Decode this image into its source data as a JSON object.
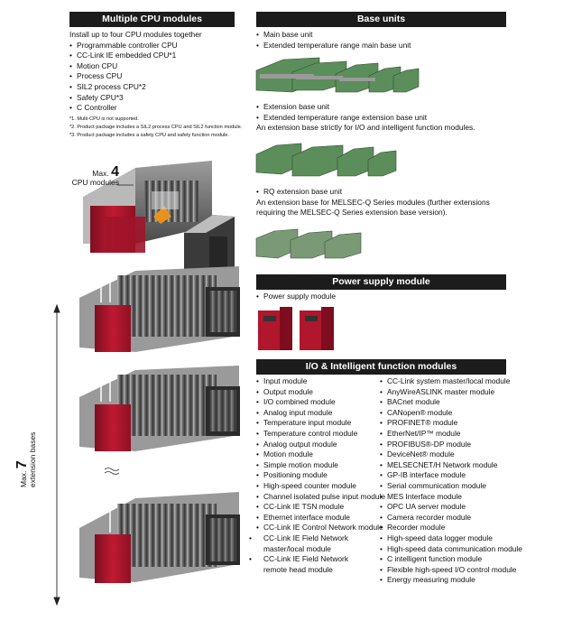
{
  "cpu": {
    "title": "Multiple CPU modules",
    "intro": "Install up to four CPU modules together",
    "items": [
      "Programmable controller CPU",
      "CC-Link IE embedded CPU*1",
      "Motion CPU",
      "Process CPU",
      "SIL2 process CPU*2",
      "Safety CPU*3",
      "C Controller"
    ],
    "notes": [
      "*1.  Multi-CPU is not supported.",
      "*2.  Product package includes a SIL2 process CPU and SIL2 function module.",
      "*3.  Product package includes a safety CPU and safety function module."
    ],
    "max_cpu_prefix": "Max.",
    "max_cpu_num": "4",
    "max_cpu_suffix": "CPU modules",
    "max_ext_prefix": "Max.",
    "max_ext_num": "7",
    "max_ext_suffix": "extension bases"
  },
  "base": {
    "title": "Base units",
    "group1": [
      "Main base unit",
      "Extended temperature range main base unit"
    ],
    "group2": [
      "Extension base unit",
      "Extended temperature range extension base unit"
    ],
    "group2_desc": "An extension base strictly for I/O and intelligent function modules.",
    "group3": [
      "RQ extension base unit"
    ],
    "group3_desc": "An extension base for MELSEC-Q Series modules (further extensions requiring the MELSEC-Q Series extension base version)."
  },
  "power": {
    "title": "Power supply module",
    "items": [
      "Power supply module"
    ]
  },
  "io": {
    "title": "I/O & Intelligent function modules",
    "left": [
      "Input module",
      "Output module",
      "I/O combined module",
      "Analog input module",
      "Temperature input module",
      "Temperature control module",
      "Analog output module",
      "Motion module",
      "Simple motion module",
      "Positioning module",
      "High-speed counter module",
      "Channel isolated pulse input module",
      "CC-Link IE TSN module",
      "Ethernet interface module",
      "CC-Link IE Control Network module",
      "CC-Link IE Field Network master/local module",
      "CC-Link IE Field Network remote head module"
    ],
    "right": [
      "CC-Link system master/local module",
      "AnyWireASLINK master module",
      "BACnet module",
      "CANopen® module",
      "PROFINET® module",
      "EtherNet/IP™ module",
      "PROFIBUS®-DP module",
      "DeviceNet® module",
      "MELSECNET/H Network module",
      "GP-IB interface module",
      "Serial communication module",
      "MES Interface module",
      "OPC UA server module",
      "Camera recorder module",
      "Recorder module",
      "High-speed data logger module",
      "High-speed data communication module",
      "C intelligent function module",
      "Flexible high-speed I/O control module",
      "Energy measuring module"
    ]
  },
  "colors": {
    "header_bg": "#1c1c1c",
    "cpu_red": "#b0162c",
    "rack_gray": "#7a7a7a",
    "green_module": "#5f8a5c"
  }
}
